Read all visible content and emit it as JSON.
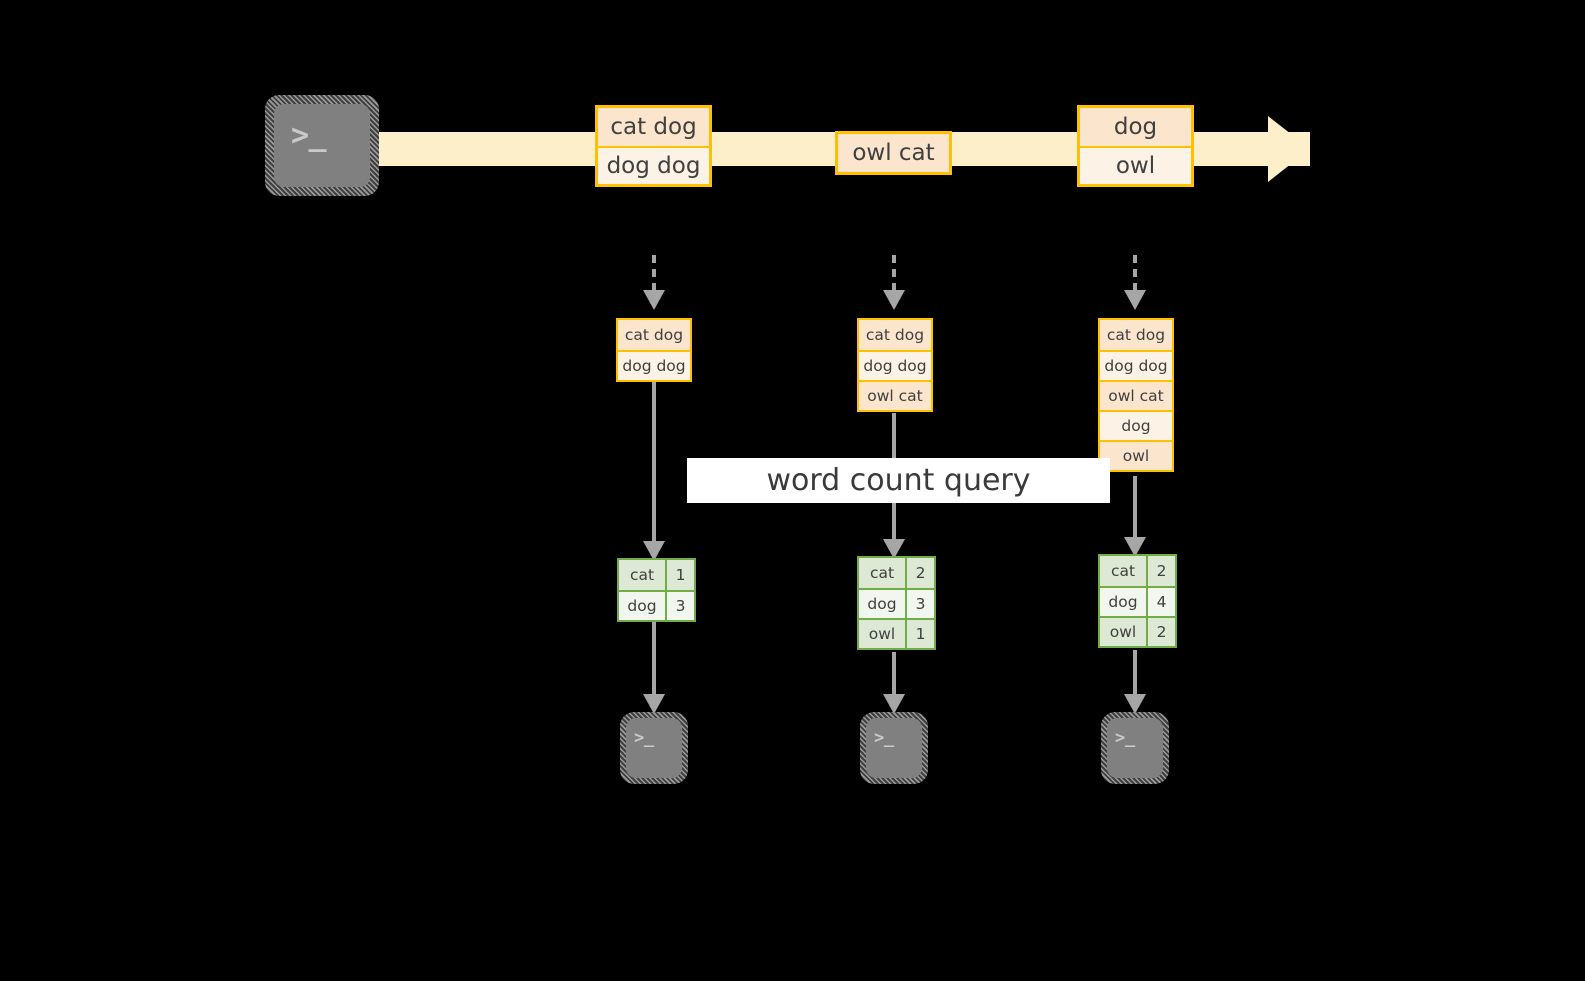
{
  "diagram": {
    "title_label": "word count query",
    "colors": {
      "background": "#000000",
      "stream_band": "#FDEFC9",
      "event_border": "#FFC000",
      "event_fill_dark": "#FBE5CC",
      "event_fill_light": "#FDF2E6",
      "result_border": "#70AD47",
      "result_fill_dark": "#DDE9D4",
      "result_fill_light": "#F1F6EE",
      "arrow": "#A6A6A6",
      "terminal": "#808080",
      "query_band": "#FFFFFF"
    }
  },
  "source": {
    "icon": "terminal-icon",
    "glyph": ">_"
  },
  "stream": {
    "arrow_icon": "right-arrow-icon",
    "events": [
      {
        "lines": [
          "cat dog",
          "dog dog"
        ]
      },
      {
        "lines": [
          "owl cat"
        ]
      },
      {
        "lines": [
          "dog",
          "owl"
        ]
      }
    ]
  },
  "snapshots": [
    {
      "name": "snapshot-1",
      "ingest_arrow_icon": "dashed-down-arrow-icon",
      "lines": [
        "cat dog",
        "dog dog"
      ],
      "result": {
        "rows": [
          {
            "word": "cat",
            "count": "1"
          },
          {
            "word": "dog",
            "count": "3"
          }
        ]
      },
      "sink": {
        "icon": "terminal-icon",
        "glyph": ">_"
      }
    },
    {
      "name": "snapshot-2",
      "ingest_arrow_icon": "dashed-down-arrow-icon",
      "lines": [
        "cat dog",
        "dog dog",
        "owl cat"
      ],
      "result": {
        "rows": [
          {
            "word": "cat",
            "count": "2"
          },
          {
            "word": "dog",
            "count": "3"
          },
          {
            "word": "owl",
            "count": "1"
          }
        ]
      },
      "sink": {
        "icon": "terminal-icon",
        "glyph": ">_"
      }
    },
    {
      "name": "snapshot-3",
      "ingest_arrow_icon": "dashed-down-arrow-icon",
      "lines": [
        "cat dog",
        "dog dog",
        "owl cat",
        "dog",
        "owl"
      ],
      "result": {
        "rows": [
          {
            "word": "cat",
            "count": "2"
          },
          {
            "word": "dog",
            "count": "4"
          },
          {
            "word": "owl",
            "count": "2"
          }
        ]
      },
      "sink": {
        "icon": "terminal-icon",
        "glyph": ">_"
      }
    }
  ]
}
